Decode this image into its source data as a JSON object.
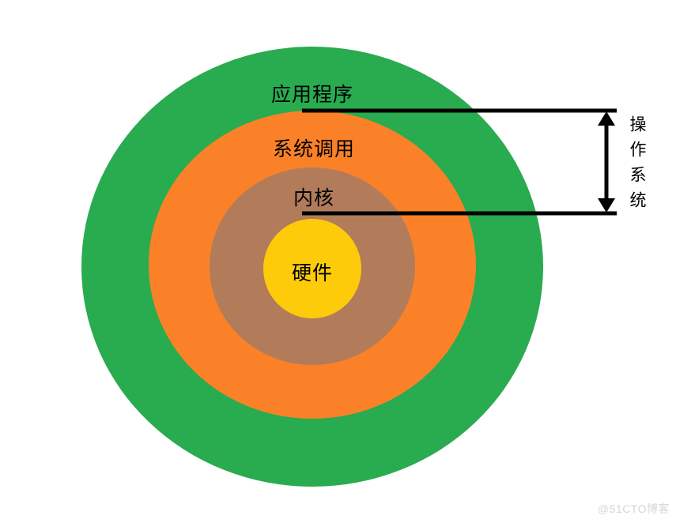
{
  "diagram": {
    "layers": [
      {
        "id": "applications",
        "label": "应用程序",
        "color": "#29AB4F"
      },
      {
        "id": "system-calls",
        "label": "系统调用",
        "color": "#FB8128"
      },
      {
        "id": "kernel",
        "label": "内核",
        "color": "#B27C5A"
      },
      {
        "id": "hardware",
        "label": "硬件",
        "color": "#FECB0A"
      }
    ],
    "annotation": {
      "label": "操作系统",
      "arrow_color": "#000000"
    },
    "watermark": "@51CTO博客"
  }
}
